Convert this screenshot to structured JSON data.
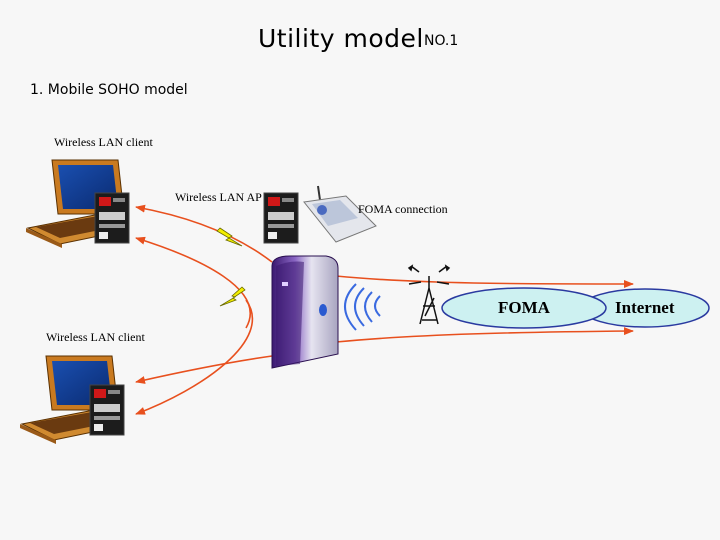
{
  "header": {
    "title": "Utility model",
    "number": "NO.1",
    "section": "1. Mobile SOHO model"
  },
  "labels": {
    "client_top": "Wireless LAN client",
    "access_point": "Wireless LAN AP",
    "foma_connection": "FOMA connection",
    "client_bottom": "Wireless LAN client"
  },
  "network": {
    "foma": "FOMA",
    "internet": "Internet"
  },
  "colors": {
    "arrow": "#e8501e",
    "cloud_fill": "#cdf1f1",
    "router_body": "#5a2aa0",
    "laptop_body": "#c97a20",
    "lightning": "#f2ee00"
  }
}
